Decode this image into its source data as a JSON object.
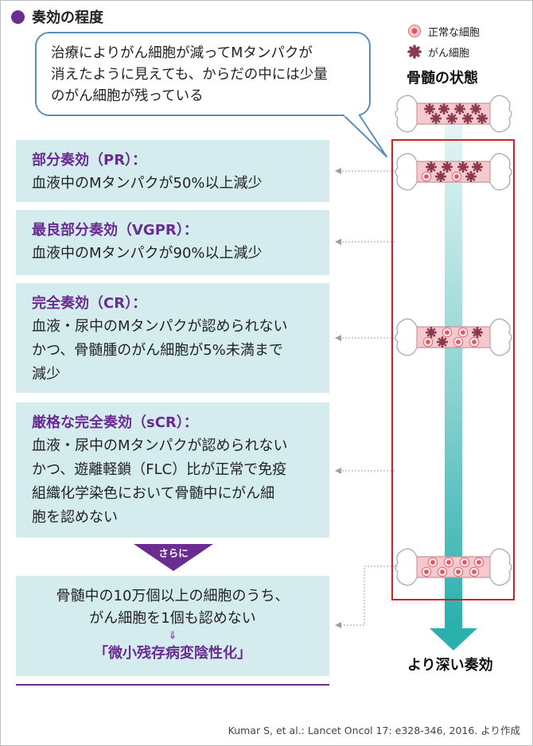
{
  "heading": "奏効の程度",
  "bubble": {
    "lines": [
      "治療によりがん細胞が減ってMタンパクが",
      "消えたように見えても、からだの中には少量",
      "のがん細胞が残っている"
    ]
  },
  "legend": {
    "normal_cell": "正常な細胞",
    "cancer_cell": "がん細胞"
  },
  "marrow_title": "骨髄の状態",
  "responses": [
    {
      "title": "部分奏効（PR）：",
      "lines": [
        "血液中のMタンパクが50%以上減少"
      ]
    },
    {
      "title": "最良部分奏効（VGPR）：",
      "lines": [
        "血液中のMタンパクが90%以上減少"
      ]
    },
    {
      "title": "完全奏効（CR）：",
      "lines": [
        "血液・尿中のMタンパクが認められない",
        "かつ、骨髄腫のがん細胞が5%未満まで",
        "減少"
      ]
    },
    {
      "title": "厳格な完全奏効（sCR）：",
      "lines": [
        "血液・尿中のMタンパクが認められない",
        "かつ、遊離軽鎖（FLC）比が正常で免疫",
        "組織化学染色において骨髄中にがん細",
        "胞を認めない"
      ]
    }
  ],
  "further_label": "さらに",
  "mrd": {
    "line1": "骨髄中の10万個以上の細胞のうち、",
    "line2": "がん細胞を1個も認めない",
    "arrow": "⇓",
    "term": "「微小残存病変陰性化」"
  },
  "deeper_label": "より深い奏効",
  "citation": "Kumar S, et al.: Lancet Oncol 17: e328-346, 2016. より作成",
  "colors": {
    "accent_purple": "#6a2c91",
    "panel_bg": "#d5ecee",
    "bubble_border": "#5c8fb8",
    "highlight_red": "#d0202a",
    "arrow_teal": "#2ab0ad",
    "bone_fill": "#f6c9cf",
    "cancer_cell": "#8a3a4c",
    "normal_cell": "#e0555f"
  },
  "icons": [
    "bullet-dot-icon",
    "normal-cell-icon",
    "cancer-cell-icon",
    "bone-marrow-icon",
    "down-arrow-icon"
  ]
}
